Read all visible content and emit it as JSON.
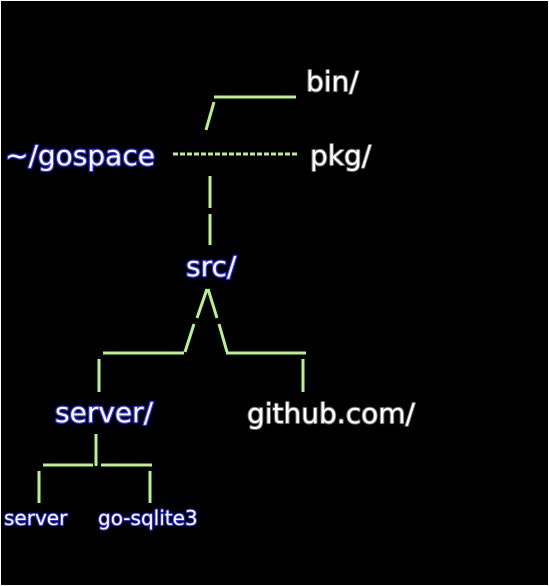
{
  "colors": {
    "background": "#000000",
    "connector": "#b9f28a",
    "root_label_fill": "#ffffff",
    "root_label_outline": "#2f2fff",
    "plain_label_fill": "#ffffff",
    "plain_label_outline": "#6a6a6a"
  },
  "tree": {
    "root": {
      "label": "~/gospace"
    },
    "children": [
      {
        "label": "bin/"
      },
      {
        "label": "pkg/"
      },
      {
        "label": "src/",
        "children": [
          {
            "label": "server/",
            "children": [
              {
                "label": "server"
              },
              {
                "label": "go-sqlite3"
              }
            ]
          },
          {
            "label": "github.com/"
          }
        ]
      }
    ]
  }
}
